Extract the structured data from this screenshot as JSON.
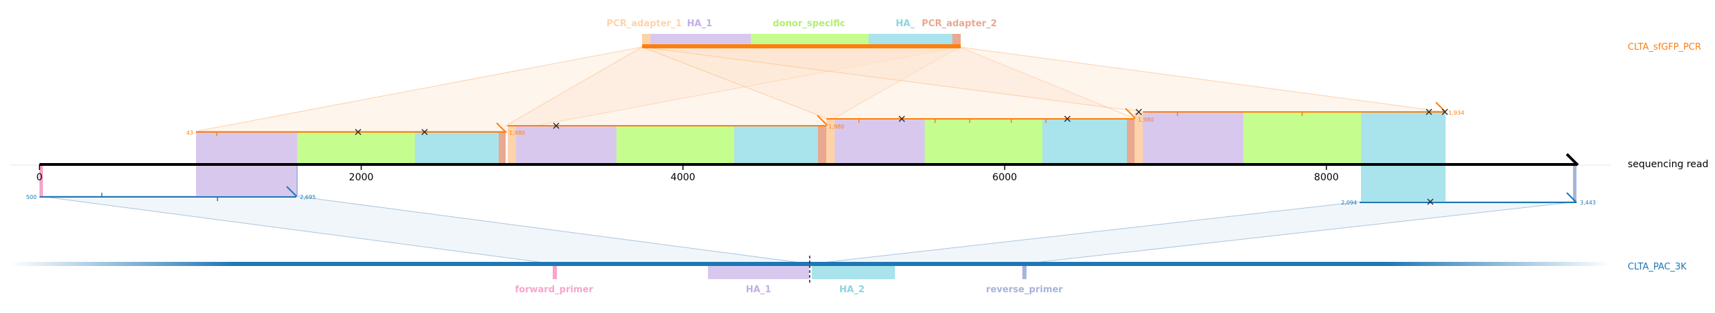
{
  "colors": {
    "ha1": "#d9c8ee",
    "ha2": "#a9e3ec",
    "donor": "#c6fd8f",
    "adapter1": "#fdd3ab",
    "adapter2": "#e9a88f",
    "orange": "#ff7f0e",
    "orange_fill": "#fde3cb",
    "blue": "#1f77b4",
    "blue_fill": "#dbe9f3",
    "pink": "#f7a5cc",
    "slate": "#a7b5d9",
    "cross": "#222222",
    "axis": "#000000"
  },
  "labels": {
    "pcr_track": "CLTA_sfGFP_PCR",
    "read_track": "sequencing read",
    "ref_track": "CLTA_PAC_3K"
  },
  "pcr_features": {
    "adapter1": "PCR_adapter_1",
    "ha1": "HA_1",
    "donor": "donor_specific",
    "ha2": "HA_",
    "adapter2": "PCR_adapter_2"
  },
  "ref_features": {
    "forward": "forward_primer",
    "ha1": "HA_1",
    "ha2": "HA_2",
    "reverse": "reverse_primer"
  },
  "axis": {
    "ticks": [
      {
        "value": 0,
        "label": "0"
      },
      {
        "value": 2000,
        "label": "2000"
      },
      {
        "value": 4000,
        "label": "4000"
      },
      {
        "value": 6000,
        "label": "6000"
      },
      {
        "value": 8000,
        "label": "8000"
      }
    ]
  },
  "coords": {
    "pcr_copy_1": {
      "start": "43",
      "end": "1,980"
    },
    "pcr_copy_2": {
      "end": "1,980"
    },
    "pcr_copy_3": {
      "end": "1,980"
    },
    "pcr_copy_4": {
      "end": "1,934"
    },
    "ref_copy_1": {
      "start": "500",
      "end": "2,695"
    },
    "ref_copy_2": {
      "start": "2,094",
      "end": "3,443"
    }
  }
}
